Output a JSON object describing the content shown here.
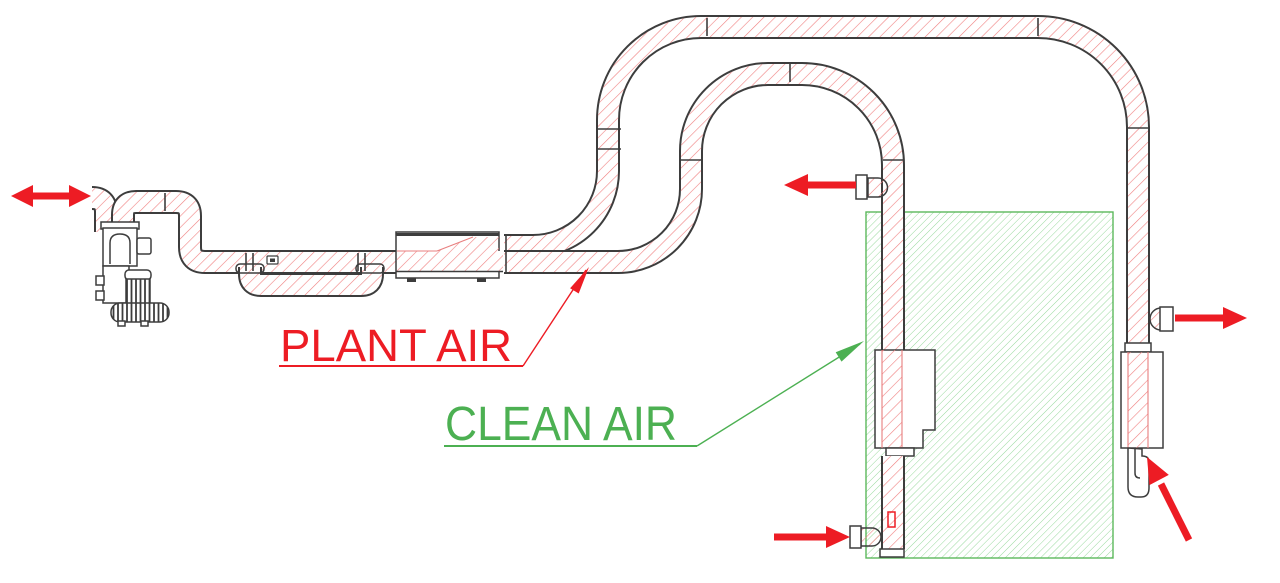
{
  "labels": {
    "plant_air": {
      "text": "PLANT AIR"
    },
    "clean_air": {
      "text": "CLEAN AIR"
    }
  },
  "colors": {
    "plant_air": "#ed1c24",
    "clean_air": "#4cb052",
    "outline": "#3d3d3d",
    "red_hatch": "#f08080",
    "green_hatch": "#8fd694",
    "chamber_border": "#5cb85c",
    "background": "#ffffff"
  },
  "arrows": [
    {
      "name": "ambient-air-bidirectional-arrow",
      "style": "double-headed",
      "orientation": "horizontal-left"
    },
    {
      "name": "plant-air-branch-left-arrow",
      "style": "single",
      "direction": "left"
    },
    {
      "name": "plant-air-branch-right-arrow",
      "style": "single",
      "direction": "right"
    },
    {
      "name": "bottom-inlet-arrow",
      "style": "single",
      "direction": "right"
    },
    {
      "name": "hook-inlet-arrow",
      "style": "single",
      "direction": "up-left"
    }
  ],
  "components": [
    {
      "name": "blower-unit",
      "description": "side-channel blower with motor and inlet valve"
    },
    {
      "name": "inlet-elbow"
    },
    {
      "name": "discharge-duct"
    },
    {
      "name": "bypass-loop"
    },
    {
      "name": "inline-silencer"
    },
    {
      "name": "outer-supply-pipe"
    },
    {
      "name": "inner-supply-pipe"
    },
    {
      "name": "clean-air-chamber"
    },
    {
      "name": "middle-filter-cartridge"
    },
    {
      "name": "right-filter-cartridge"
    },
    {
      "name": "gooseneck-hook-inlet"
    }
  ]
}
